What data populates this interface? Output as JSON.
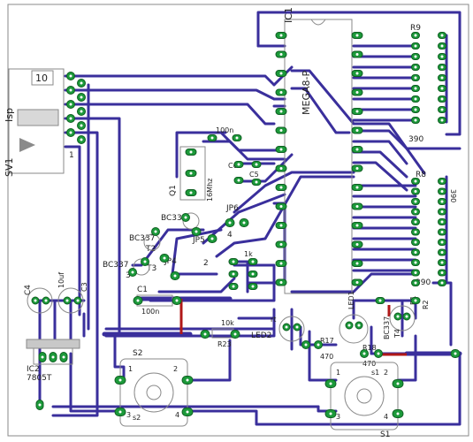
{
  "colors": {
    "trace": "#3a2f9c",
    "pad": "#1c9a3a",
    "outline": "#8a8a8a",
    "wire_red": "#b01818",
    "background": "#ffffff"
  },
  "labels": {
    "ic1": "IC1",
    "mega": "MEGA8-P",
    "sv1": "SV1",
    "isp": "Isp",
    "isp_num": "10",
    "pin1": "1",
    "r9": "R9",
    "r8": "R8",
    "r390_top": "390",
    "r390_bot": "390",
    "r390_side": "390",
    "c100n": "100n",
    "q1": "Q1",
    "q_freq": "16Mhz",
    "c6": "C6",
    "c5": "C5",
    "jp6": "JP6",
    "jp5": "JP5",
    "jp4": "JP4",
    "bc_a": "BC337",
    "bc_b": "BC337",
    "bc_c": "BC337",
    "t2": "T2",
    "t3": "T3",
    "num4": "4",
    "num2": "2",
    "num3": "3",
    "k1": "1k",
    "c1": "C1",
    "c1v": "100n",
    "c4": "C4",
    "c4v": "10uf",
    "c3": "C3",
    "ic2": "IC2",
    "ic2v": "7805T",
    "k10": "10k",
    "r23": "R23",
    "led2": "LED2",
    "r_a": "rt",
    "r17": "R17",
    "r470": "470",
    "r18": "R18",
    "r470b": "470",
    "t4": "T4",
    "bc337_t4": "BC337",
    "led1": "LED1",
    "r1": "R1",
    "r2": "R2",
    "s2": "S2",
    "s1": "S1",
    "s2_1": "1",
    "s2_2": "2",
    "s2_3": "3",
    "s2_4": "4",
    "s1_1": "1",
    "s1_2": "2",
    "s1_3": "3",
    "s1_4": "4",
    "s2_center": "s2",
    "s1_center": "s1"
  }
}
